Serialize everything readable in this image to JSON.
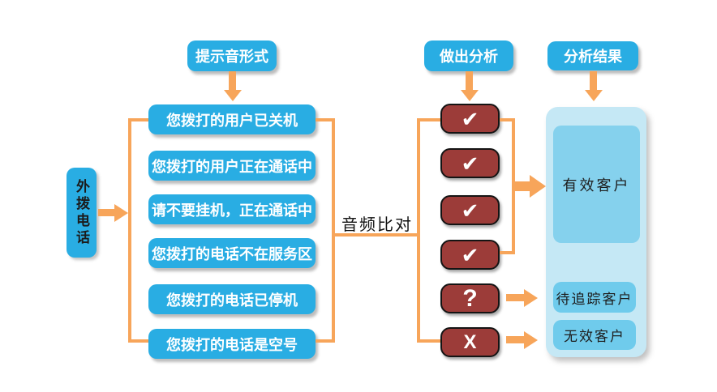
{
  "colors": {
    "blue": "#29ADE3",
    "panel": "#C5E8F5",
    "result_fill": "#6FCBEC",
    "valid_fill": "#85D1ED",
    "dark_red": "#9C3C39",
    "orange": "#F7A55A",
    "text_dark": "#1b1b1b",
    "white": "#ffffff"
  },
  "source": {
    "label": "外拨电话"
  },
  "prompts": {
    "header": "提示音形式",
    "items": [
      "您拨打的用户已关机",
      "您拨打的用户正在通话中",
      "请不要挂机，正在通话中",
      "您拨打的电话不在服务区",
      "您拨打的电话已停机",
      "您拨打的电话是空号"
    ]
  },
  "comparison": {
    "label": "音频比对"
  },
  "analysis": {
    "header": "做出分析",
    "marks": [
      "✔",
      "✔",
      "✔",
      "✔",
      "?",
      "X"
    ]
  },
  "results": {
    "header": "分析结果",
    "valid": "有效客户",
    "tracking": "待追踪客户",
    "invalid": "无效客户"
  }
}
